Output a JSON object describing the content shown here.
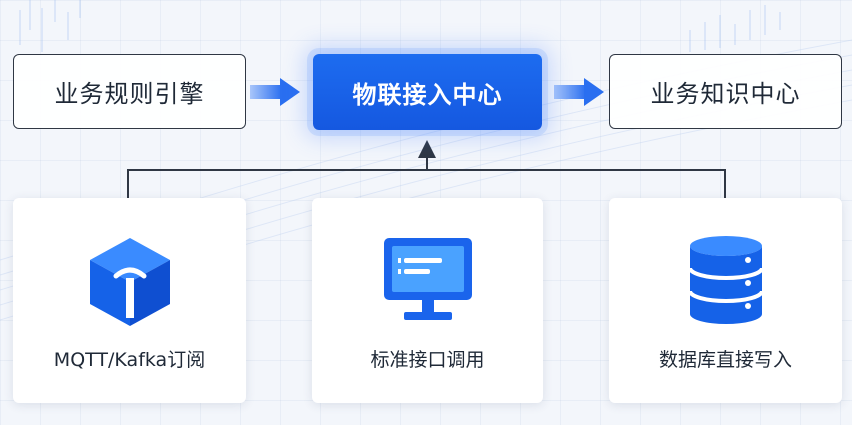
{
  "diagram": {
    "top": {
      "left_label": "业务规则引擎",
      "center_label": "物联接入中心",
      "right_label": "业务知识中心"
    },
    "sources": [
      {
        "label": "MQTT/Kafka订阅",
        "icon": "cube-icon"
      },
      {
        "label": "标准接口调用",
        "icon": "monitor-icon"
      },
      {
        "label": "数据库直接写入",
        "icon": "database-icon"
      }
    ],
    "colors": {
      "accent": "#1d6cf0",
      "arrow": "#2a6ff0",
      "line": "#2f3744"
    }
  }
}
